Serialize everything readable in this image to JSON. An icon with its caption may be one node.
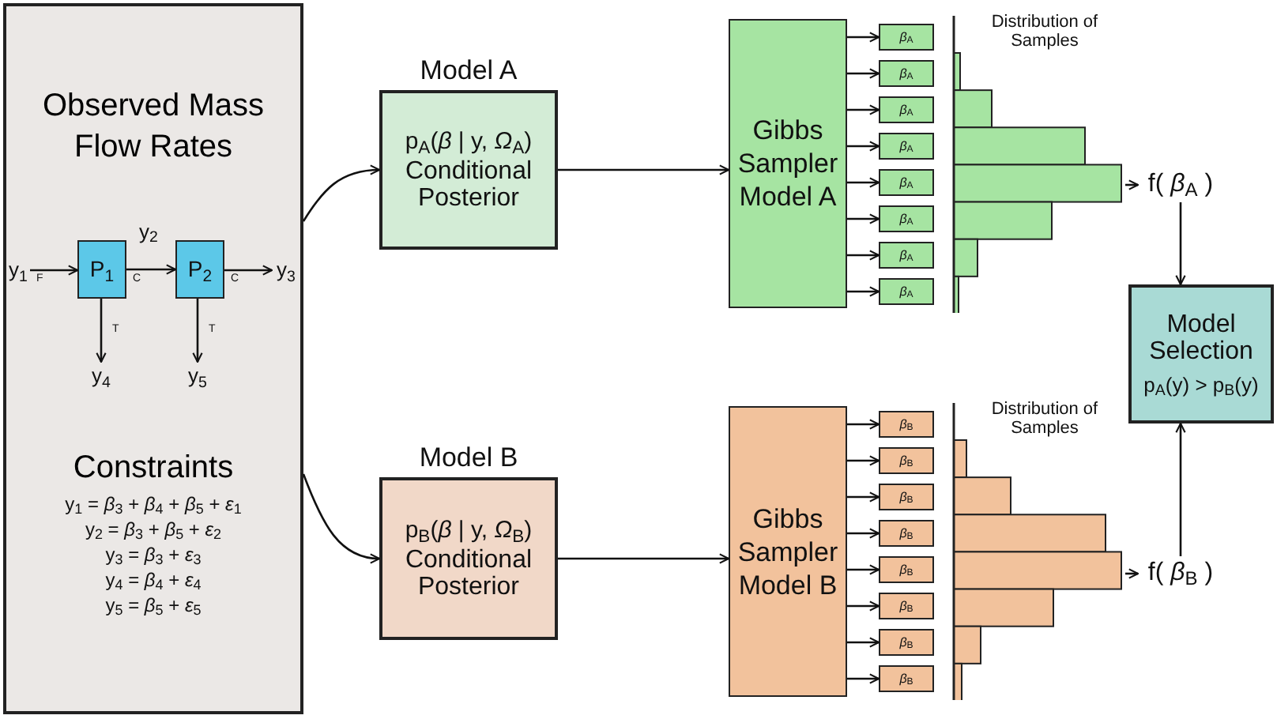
{
  "diagram": {
    "nodes": [
      {
        "text": [
          "Observed Mass Flow Rates",
          "Constraints"
        ]
      },
      {
        "text": [
          "y$_{1}$"
        ],
        "in": 0
      },
      {
        "text": [
          "P$_{1}$"
        ],
        "in": 0
      },
      {
        "text": [
          "P$_{2}$"
        ],
        "in": 0
      },
      {
        "text": [
          "y$_{3}$"
        ],
        "in": 0
      },
      {
        "text": [
          "y$_{4}$"
        ],
        "in": 0
      },
      {
        "text": [
          "y$_{5}$"
        ],
        "in": 0
      },
      {
        "text": [
          "Model A",
          "p$_{A}$(*β* | y, *Ω*$_{A}$)",
          "Conditional Posterior"
        ]
      },
      {
        "text": [
          "Model B",
          "p$_{B}$(*β* | y, *Ω*$_{B}$)",
          "Conditional Posterior"
        ]
      },
      {
        "text": [
          "Gibbs Sampler Model A"
        ]
      },
      {
        "text": [
          "*β*$_{A}$"
        ]
      },
      {
        "text": [
          "*β*$_{A}$"
        ]
      },
      {
        "text": [
          "*β*$_{A}$"
        ]
      },
      {
        "text": [
          "*β*$_{A}$"
        ]
      },
      {
        "text": [
          "*β*$_{A}$"
        ]
      },
      {
        "text": [
          "*β*$_{A}$"
        ]
      },
      {
        "text": [
          "*β*$_{A}$"
        ]
      },
      {
        "text": [
          "*β*$_{A}$"
        ]
      },
      {
        "text": [],
        "shape": "picture",
        "beside": [
          "Distribution of Samples"
        ]
      },
      {
        "text": [
          "f( *β*$_{A}$ )"
        ]
      },
      {
        "text": [
          "Gibbs Sampler Model B"
        ]
      },
      {
        "text": [
          "*β*$_{B}$"
        ]
      },
      {
        "text": [
          "*β*$_{B}$"
        ]
      },
      {
        "text": [
          "*β*$_{B}$"
        ]
      },
      {
        "text": [
          "*β*$_{B}$"
        ]
      },
      {
        "text": [
          "*β*$_{B}$"
        ]
      },
      {
        "text": [
          "*β*$_{B}$"
        ]
      },
      {
        "text": [
          "*β*$_{B}$"
        ]
      },
      {
        "text": [
          "*β*$_{B}$"
        ]
      },
      {
        "text": [],
        "shape": "picture",
        "beside": [
          "Distribution of Samples"
        ]
      },
      {
        "text": [
          "f( *β*$_{B}$ )"
        ]
      },
      {
        "text": [
          "Model Selection",
          "p$_{A}$(y) > p$_{B}$(y)"
        ]
      }
    ],
    "edges": [
      {
        "from": 1,
        "to": 2,
        "arrow": "to",
        "label": "F"
      },
      {
        "from": 2,
        "to": 3,
        "arrow": "to",
        "label": "C"
      },
      {
        "from": 3,
        "to": 4,
        "arrow": "to",
        "label": "C"
      },
      {
        "from": 2,
        "to": 5,
        "arrow": "to",
        "label": "T"
      },
      {
        "from": 3,
        "to": 6,
        "arrow": "to",
        "label": "T"
      },
      {
        "from": 0,
        "to": 7,
        "arrow": "to"
      },
      {
        "from": 0,
        "to": 8,
        "arrow": "to"
      },
      {
        "from": 7,
        "to": 9,
        "arrow": "to"
      },
      {
        "from": 9,
        "to": 10,
        "arrow": "to"
      },
      {
        "from": 9,
        "to": 11,
        "arrow": "to"
      },
      {
        "from": 9,
        "to": 12,
        "arrow": "to"
      },
      {
        "from": 9,
        "to": 13,
        "arrow": "to"
      },
      {
        "from": 9,
        "to": 14,
        "arrow": "to"
      },
      {
        "from": 9,
        "to": 15,
        "arrow": "to"
      },
      {
        "from": 9,
        "to": 16,
        "arrow": "to"
      },
      {
        "from": 9,
        "to": 17,
        "arrow": "to"
      },
      {
        "from": 18,
        "to": 19,
        "arrow": "to"
      },
      {
        "from": 19,
        "to": 31,
        "arrow": "to"
      },
      {
        "from": 8,
        "to": 20,
        "arrow": "to"
      },
      {
        "from": 20,
        "to": 21,
        "arrow": "to"
      },
      {
        "from": 20,
        "to": 22,
        "arrow": "to"
      },
      {
        "from": 20,
        "to": 23,
        "arrow": "to"
      },
      {
        "from": 20,
        "to": 24,
        "arrow": "to"
      },
      {
        "from": 20,
        "to": 25,
        "arrow": "to"
      },
      {
        "from": 20,
        "to": 26,
        "arrow": "to"
      },
      {
        "from": 20,
        "to": 27,
        "arrow": "to"
      },
      {
        "from": 20,
        "to": 28,
        "arrow": "to"
      },
      {
        "from": 29,
        "to": 30,
        "arrow": "to"
      },
      {
        "from": 30,
        "to": 31,
        "arrow": "to"
      }
    ],
    "labels": [
      "y$_{2}$",
      "y$_{1}$ = *β*$_{3}$ + *β*$_{4}$ + *β*$_{5}$ + *ε*$_{1}$",
      "y$_{2}$ = *β*$_{3}$ + *β*$_{5}$ + *ε*$_{2}$",
      "y$_{3}$ = *β*$_{3}$ + *ε*$_{3}$",
      "y$_{4}$ = *β*$_{4}$ + *ε*$_{4}$",
      "y$_{5}$ = *β*$_{5}$ + *ε*$_{5}$"
    ]
  }
}
